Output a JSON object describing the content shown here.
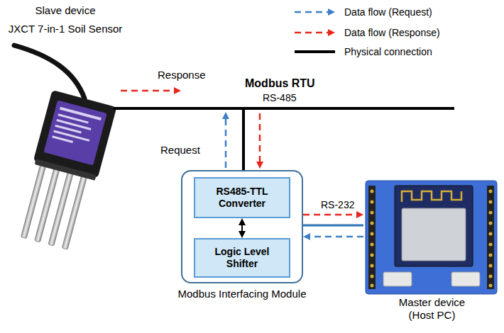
{
  "diagram": {
    "nodes": [
      {
        "text": [
          "Slave device",
          "JXCT 7-in-1 Soil Sensor"
        ]
      },
      {
        "text": [
          "Modbus Interfacing Module"
        ]
      },
      {
        "text": [
          "RS485-TTL Converter"
        ],
        "in": 1
      },
      {
        "text": [
          "Logic Level Shifter"
        ],
        "in": 1
      },
      {
        "text": [
          "Master device (Host PC)"
        ]
      }
    ],
    "edges": [
      {
        "from": 0,
        "to": 1,
        "arrow": "none"
      },
      {
        "from": 1,
        "to": 4,
        "arrow": "none"
      },
      {
        "from": 1,
        "to": 4,
        "arrow": "to"
      },
      {
        "from": 4,
        "to": 1,
        "arrow": "to"
      },
      {
        "from": 2,
        "to": 3,
        "arrow": "both"
      }
    ],
    "labels": [
      "Response",
      "Request",
      "Modbus RTU",
      "RS-485",
      "RS-232"
    ],
    "legend": [
      {
        "text": "Data flow (Request)"
      },
      {
        "text": "Data flow (Response)"
      },
      {
        "text": "Physical connection"
      }
    ]
  }
}
